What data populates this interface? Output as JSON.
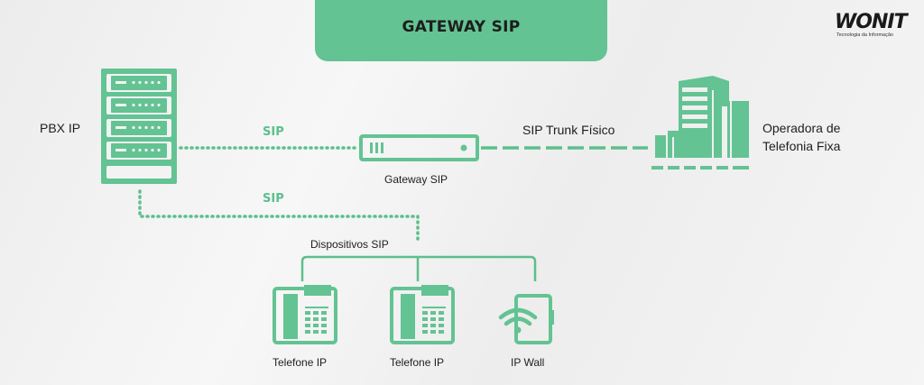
{
  "header": {
    "title": "GATEWAY SIP"
  },
  "logo": {
    "wordmark": "WONIT",
    "tagline": "Tecnologia da Informação"
  },
  "nodes": {
    "pbx": {
      "label": "PBX IP"
    },
    "gateway": {
      "label": "Gateway SIP"
    },
    "operator": {
      "label_line1": "Operadora de",
      "label_line2": "Telefonia Fixa"
    },
    "devices_group": {
      "label": "Dispositivos SIP"
    },
    "phone1": {
      "label": "Telefone IP"
    },
    "phone2": {
      "label": "Telefone IP"
    },
    "wall": {
      "label": "IP Wall"
    }
  },
  "links": {
    "pbx_gateway": {
      "label": "SIP"
    },
    "pbx_devices": {
      "label": "SIP"
    },
    "gateway_operator": {
      "label": "SIP Trunk Físico"
    }
  },
  "colors": {
    "accent": "#63c393",
    "line": "#5cbf8c",
    "text": "#1e1e1e"
  }
}
